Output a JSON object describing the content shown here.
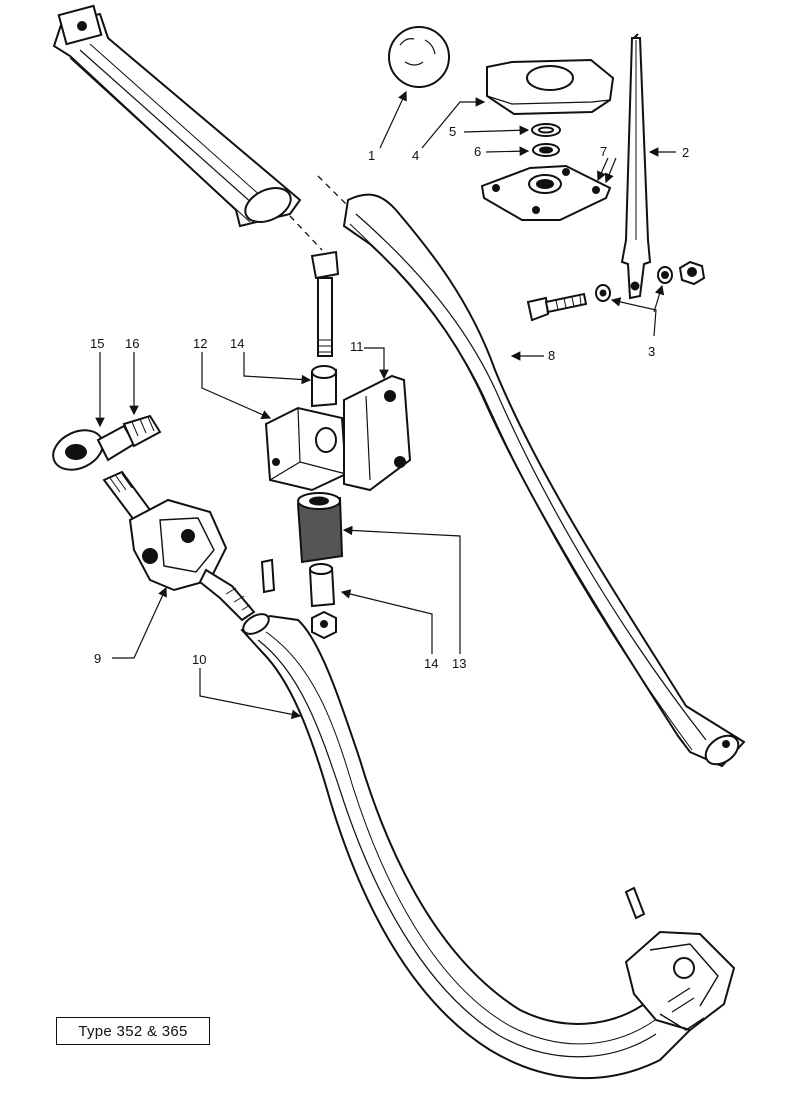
{
  "caption": "Type 352 & 365",
  "labels": {
    "p1": "1",
    "p2": "2",
    "p3": "3",
    "p4": "4",
    "p5": "5",
    "p6": "6",
    "p7": "7",
    "p8": "8",
    "p9": "9",
    "p10": "10",
    "p11": "11",
    "p12": "12",
    "p13": "13",
    "p14a": "14",
    "p14b": "14",
    "p15": "15",
    "p16": "16"
  }
}
